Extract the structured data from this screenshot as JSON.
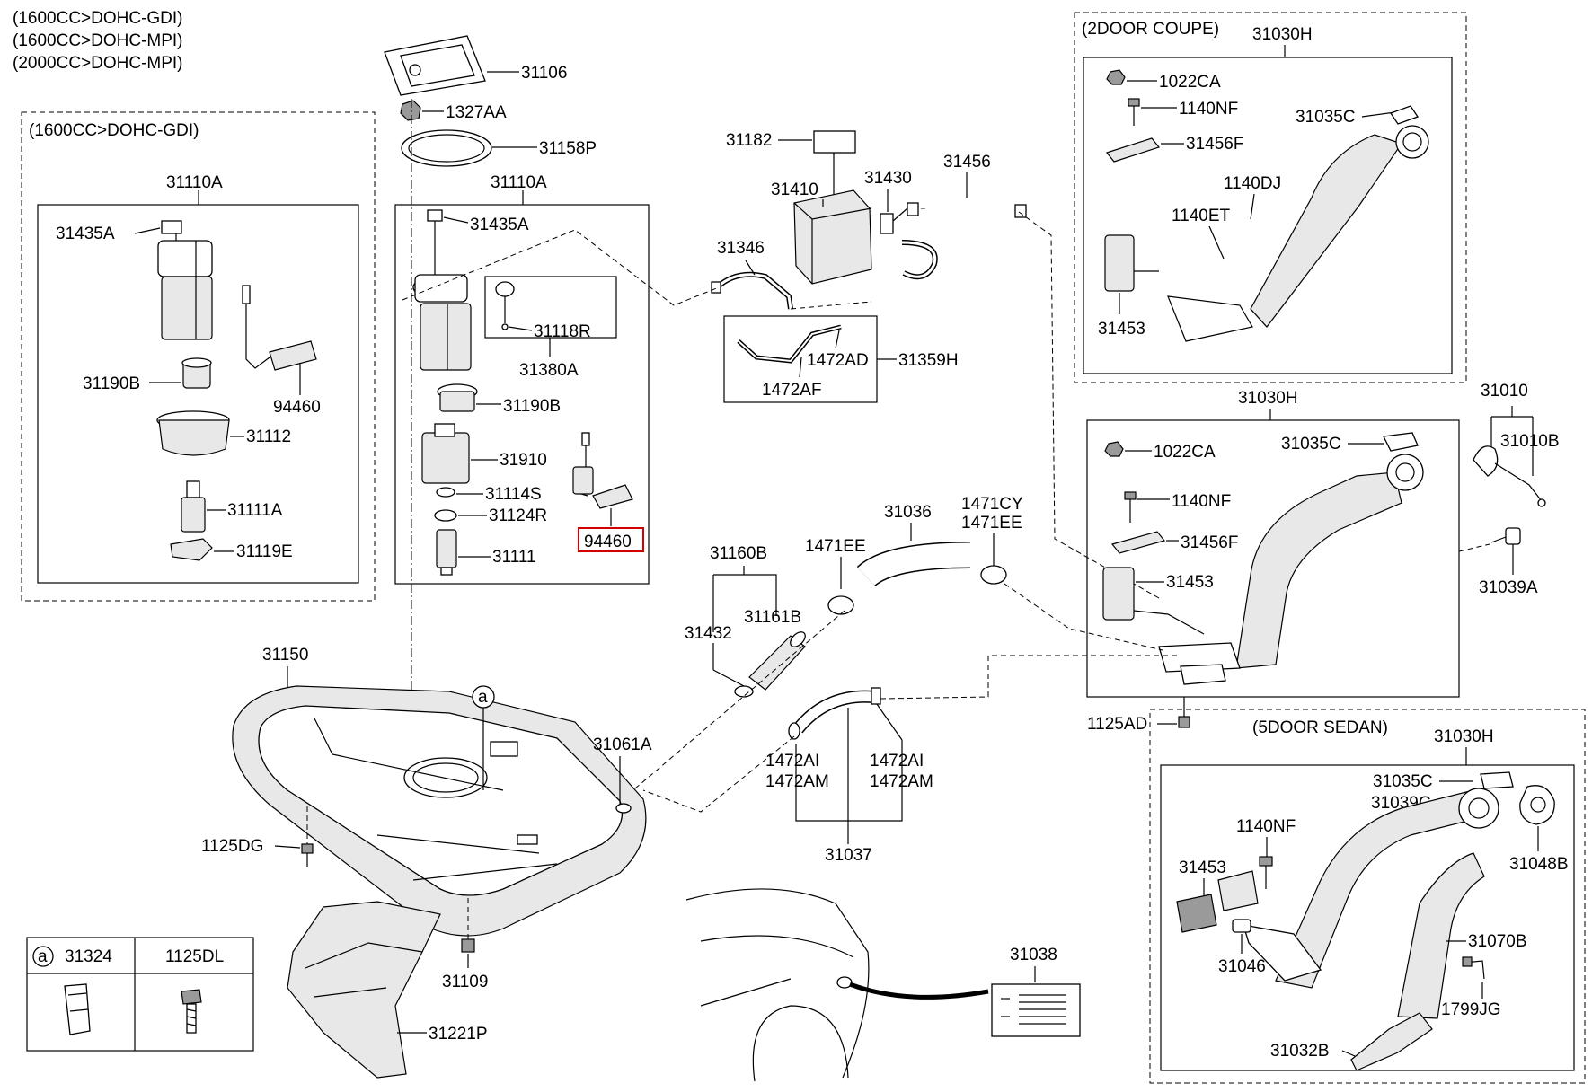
{
  "engine_variants": [
    "(1600CC>DOHC-GDI)",
    "(1600CC>DOHC-MPI)",
    "(2000CC>DOHC-MPI)"
  ],
  "groups": {
    "gdi": "(1600CC>DOHC-GDI)",
    "coupe": "(2DOOR COUPE)",
    "sedan": "(5DOOR SEDAN)"
  },
  "labels": {
    "l31106": "31106",
    "l1327AA": "1327AA",
    "l31158P": "31158P",
    "l31110A_gdi": "31110A",
    "l31435A_gdi": "31435A",
    "l31190B_gdi": "31190B",
    "l94460_gdi": "94460",
    "l31112": "31112",
    "l31111A": "31111A",
    "l31119E": "31119E",
    "l31110A": "31110A",
    "l31435A": "31435A",
    "l31118R": "31118R",
    "l31380A": "31380A",
    "l31190B": "31190B",
    "l31910": "31910",
    "l31114S": "31114S",
    "l31124R": "31124R",
    "l94460": "94460",
    "l31111": "31111",
    "l31182": "31182",
    "l31410": "31410",
    "l31430": "31430",
    "l31456": "31456",
    "l31346": "31346",
    "l1472AD": "1472AD",
    "l31359H": "31359H",
    "l1472AF": "1472AF",
    "l31030H_coupe": "31030H",
    "l1022CA_coupe": "1022CA",
    "l1140NF_coupe": "1140NF",
    "l31035C_coupe": "31035C",
    "l31456F_coupe": "31456F",
    "l1140DJ": "1140DJ",
    "l1140ET": "1140ET",
    "l31453_coupe": "31453",
    "l31030H": "31030H",
    "l31010": "31010",
    "l1022CA": "1022CA",
    "l31035C": "31035C",
    "l31010B": "31010B",
    "l1140NF": "1140NF",
    "l31456F": "31456F",
    "l31453": "31453",
    "l31039A": "31039A",
    "l1125AD": "1125AD",
    "l31160B": "31160B",
    "l1471EE": "1471EE",
    "l31036": "31036",
    "l1471CY": "1471CY",
    "l1471EE_b": "1471EE",
    "l31161B": "31161B",
    "l31432": "31432",
    "l31150": "31150",
    "l31061A": "31061A",
    "l1472AI_l": "1472AI",
    "l1472AM_l": "1472AM",
    "l1472AI_r": "1472AI",
    "l1472AM_r": "1472AM",
    "l31037": "31037",
    "l1125DG": "1125DG",
    "l31109": "31109",
    "l31221P": "31221P",
    "l31038": "31038",
    "l31030H_sedan": "31030H",
    "l31035C_sedan": "31035C",
    "l31039C": "31039C",
    "l1140NF_sedan": "1140NF",
    "l31453_sedan": "31453",
    "l31048B": "31048B",
    "l31046": "31046",
    "l31070B": "31070B",
    "l1799JG": "1799JG",
    "l31032B": "31032B",
    "callout_a": "a"
  },
  "legend_box": {
    "marker": "a",
    "col1": "31324",
    "col2": "1125DL"
  },
  "highlight": {
    "part": "94460",
    "color": "#d40000"
  }
}
